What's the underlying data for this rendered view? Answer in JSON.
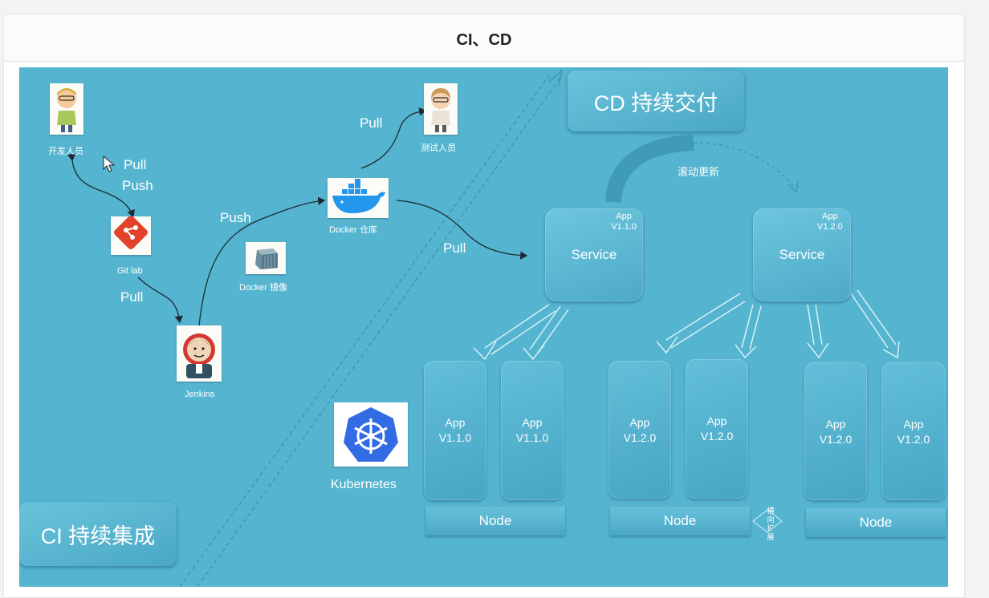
{
  "header": {
    "title": "CI、CD"
  },
  "diagram": {
    "ci_title": "CI 持续集成",
    "cd_title": "CD 持续交付",
    "developer_label": "开发人员",
    "tester_label": "测试人员",
    "gitlab_label": "Git lab",
    "jenkins_label": "Jenkins",
    "docker_registry_label": "Docker 仓库",
    "docker_image_label": "Docker 镜像",
    "kubernetes_label": "Kubernetes",
    "rolling_update_label": "滚动更新",
    "scale_label": "横向 扩展",
    "arrows": {
      "dev_pull": "Pull",
      "dev_push": "Push",
      "gitlab_pull": "Pull",
      "jenkins_push": "Push",
      "tester_pull": "Pull",
      "service_pull": "Pull"
    },
    "services": [
      {
        "label": "Service",
        "app": "App",
        "version": "V1.1.0"
      },
      {
        "label": "Service",
        "app": "App",
        "version": "V1.2.0"
      }
    ],
    "pods": [
      {
        "app": "App",
        "version": "V1.1.0"
      },
      {
        "app": "App",
        "version": "V1.1.0"
      },
      {
        "app": "App",
        "version": "V1.2.0"
      },
      {
        "app": "App",
        "version": "V1.2.0"
      },
      {
        "app": "App",
        "version": "V1.2.0"
      },
      {
        "app": "App",
        "version": "V1.2.0"
      }
    ],
    "nodes": [
      "Node",
      "Node",
      "Node"
    ]
  },
  "colors": {
    "panel_bg": "#55b4cf",
    "box_fill": "#5bb9d4",
    "text": "#ffffff",
    "gitlab": "#e2432a",
    "docker": "#2396ed",
    "kubernetes": "#326ce5"
  },
  "icons": {
    "developer": "developer-avatar-icon",
    "tester": "tester-avatar-icon",
    "gitlab": "git-logo-icon",
    "jenkins": "jenkins-logo-icon",
    "docker_registry": "docker-whale-icon",
    "docker_image": "container-image-icon",
    "kubernetes": "kubernetes-helm-icon",
    "cursor": "mouse-pointer-icon"
  }
}
